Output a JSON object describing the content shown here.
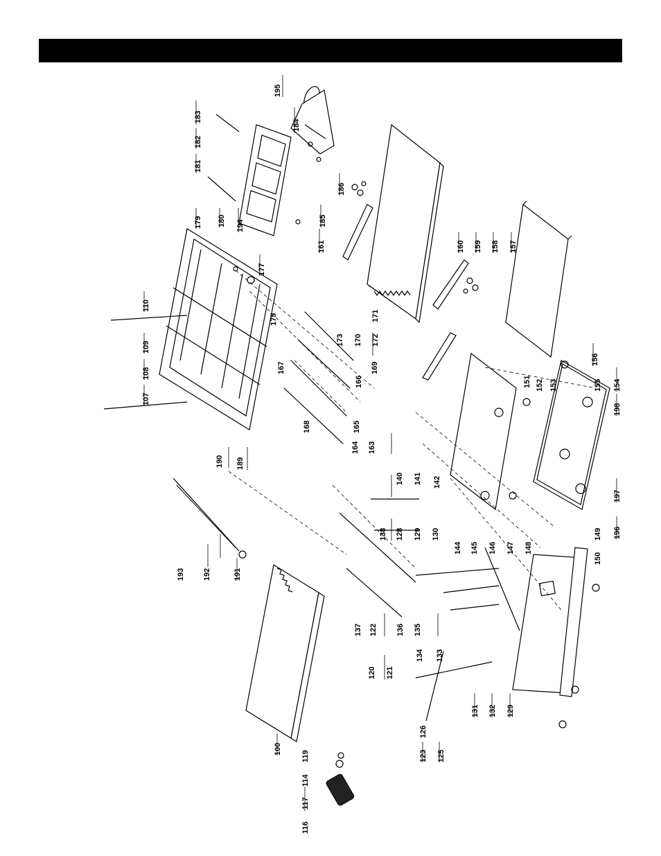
{
  "header": {
    "title": ""
  },
  "colors": {
    "header_bar": "#000000",
    "ink": "#000000",
    "paper": "#ffffff"
  },
  "labels": [
    {
      "id": "195",
      "text": "195"
    },
    {
      "id": "183",
      "text": "183"
    },
    {
      "id": "184",
      "text": "184"
    },
    {
      "id": "182",
      "text": "182"
    },
    {
      "id": "181",
      "text": "181"
    },
    {
      "id": "186",
      "text": "186"
    },
    {
      "id": "179",
      "text": "179"
    },
    {
      "id": "180",
      "text": "180"
    },
    {
      "id": "194",
      "text": "194"
    },
    {
      "id": "185",
      "text": "185"
    },
    {
      "id": "161",
      "text": "161"
    },
    {
      "id": "160",
      "text": "160"
    },
    {
      "id": "159",
      "text": "159"
    },
    {
      "id": "158",
      "text": "158"
    },
    {
      "id": "157",
      "text": "157"
    },
    {
      "id": "177",
      "text": "177"
    },
    {
      "id": "110",
      "text": "110"
    },
    {
      "id": "109",
      "text": "109"
    },
    {
      "id": "108",
      "text": "108"
    },
    {
      "id": "107",
      "text": "107"
    },
    {
      "id": "173",
      "text": "173"
    },
    {
      "id": "170",
      "text": "170"
    },
    {
      "id": "172",
      "text": "172"
    },
    {
      "id": "171",
      "text": "171"
    },
    {
      "id": "175",
      "text": "175"
    },
    {
      "id": "169",
      "text": "169"
    },
    {
      "id": "166",
      "text": "166"
    },
    {
      "id": "165",
      "text": "165"
    },
    {
      "id": "164",
      "text": "164"
    },
    {
      "id": "163",
      "text": "163"
    },
    {
      "id": "167",
      "text": "167"
    },
    {
      "id": "168",
      "text": "168"
    },
    {
      "id": "190",
      "text": "190"
    },
    {
      "id": "189",
      "text": "189"
    },
    {
      "id": "156",
      "text": "156"
    },
    {
      "id": "151",
      "text": "151"
    },
    {
      "id": "152",
      "text": "152"
    },
    {
      "id": "153",
      "text": "153"
    },
    {
      "id": "155",
      "text": "155"
    },
    {
      "id": "154",
      "text": "154"
    },
    {
      "id": "198",
      "text": "198"
    },
    {
      "id": "197",
      "text": "197"
    },
    {
      "id": "196",
      "text": "196"
    },
    {
      "id": "149",
      "text": "149"
    },
    {
      "id": "150",
      "text": "150"
    },
    {
      "id": "140",
      "text": "140"
    },
    {
      "id": "141",
      "text": "141"
    },
    {
      "id": "142",
      "text": "142"
    },
    {
      "id": "138",
      "text": "138"
    },
    {
      "id": "128",
      "text": "128"
    },
    {
      "id": "129a",
      "text": "129"
    },
    {
      "id": "130",
      "text": "130"
    },
    {
      "id": "144",
      "text": "144"
    },
    {
      "id": "145",
      "text": "145"
    },
    {
      "id": "146",
      "text": "146"
    },
    {
      "id": "147",
      "text": "147"
    },
    {
      "id": "148",
      "text": "148"
    },
    {
      "id": "193",
      "text": "193"
    },
    {
      "id": "192",
      "text": "192"
    },
    {
      "id": "191",
      "text": "191"
    },
    {
      "id": "122",
      "text": "122"
    },
    {
      "id": "137",
      "text": "137"
    },
    {
      "id": "136",
      "text": "136"
    },
    {
      "id": "135",
      "text": "135"
    },
    {
      "id": "134",
      "text": "134"
    },
    {
      "id": "133",
      "text": "133"
    },
    {
      "id": "120",
      "text": "120"
    },
    {
      "id": "121",
      "text": "121"
    },
    {
      "id": "100",
      "text": "100"
    },
    {
      "id": "119",
      "text": "119"
    },
    {
      "id": "114",
      "text": "114"
    },
    {
      "id": "117",
      "text": "117"
    },
    {
      "id": "116",
      "text": "116"
    },
    {
      "id": "123",
      "text": "123"
    },
    {
      "id": "126",
      "text": "126"
    },
    {
      "id": "125",
      "text": "125"
    },
    {
      "id": "131",
      "text": "131"
    },
    {
      "id": "132",
      "text": "132"
    },
    {
      "id": "129b",
      "text": "129"
    }
  ]
}
